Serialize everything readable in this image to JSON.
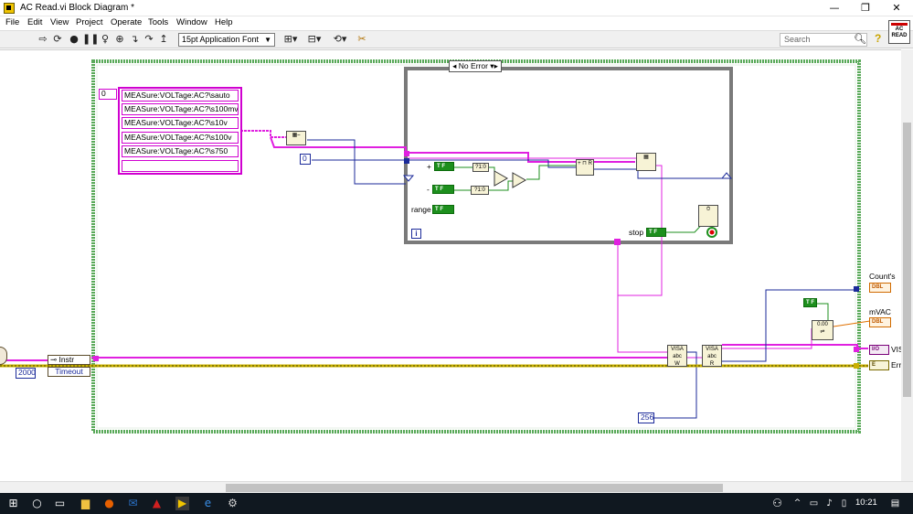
{
  "window": {
    "title": "AC Read.vi Block Diagram *"
  },
  "window_controls": {
    "minimize": "—",
    "maximize": "❐",
    "close": "✕"
  },
  "menu": [
    "File",
    "Edit",
    "View",
    "Project",
    "Operate",
    "Tools",
    "Window",
    "Help"
  ],
  "toolbar": {
    "font": "15pt Application Font",
    "search_placeholder": "Search",
    "vi_icon_text": "AC READ"
  },
  "case_structure": {
    "selector": "No Error"
  },
  "string_array": {
    "index": "0",
    "items": [
      "MEASure:VOLTage:AC?\\sauto",
      "MEASure:VOLTage:AC?\\s100mv",
      "MEASure:VOLTage:AC?\\s10v",
      "MEASure:VOLTage:AC?\\s100v",
      "MEASure:VOLTage:AC?\\s750",
      ""
    ]
  },
  "constants": {
    "index_zero": "0",
    "timeout_value": "2000",
    "byte_count": "256",
    "plus_sign": "+",
    "minus_sign": "-"
  },
  "labels": {
    "range": "range",
    "stop": "stop",
    "instr": "Instr",
    "timeout": "Timeout",
    "counts": "Count's",
    "mvac": "mVAC",
    "visa_out": "VIS",
    "error_out": "Err",
    "loop_iteration": "i"
  },
  "terminals": {
    "bool_tf": "T F",
    "dbl": "DBL",
    "io": "I/O",
    "err_cluster": "E"
  },
  "taskbar": {
    "time": "10:21"
  },
  "colors": {
    "string_wire": "#e020e0",
    "numeric_wire": "#1b2a9a",
    "boolean_wire": "#1d8f1d",
    "error_wire": "#c9b000",
    "structure_border": "#7f7f7f",
    "case_border": "#7a7a7a",
    "while_loop_border": "#59a959"
  }
}
